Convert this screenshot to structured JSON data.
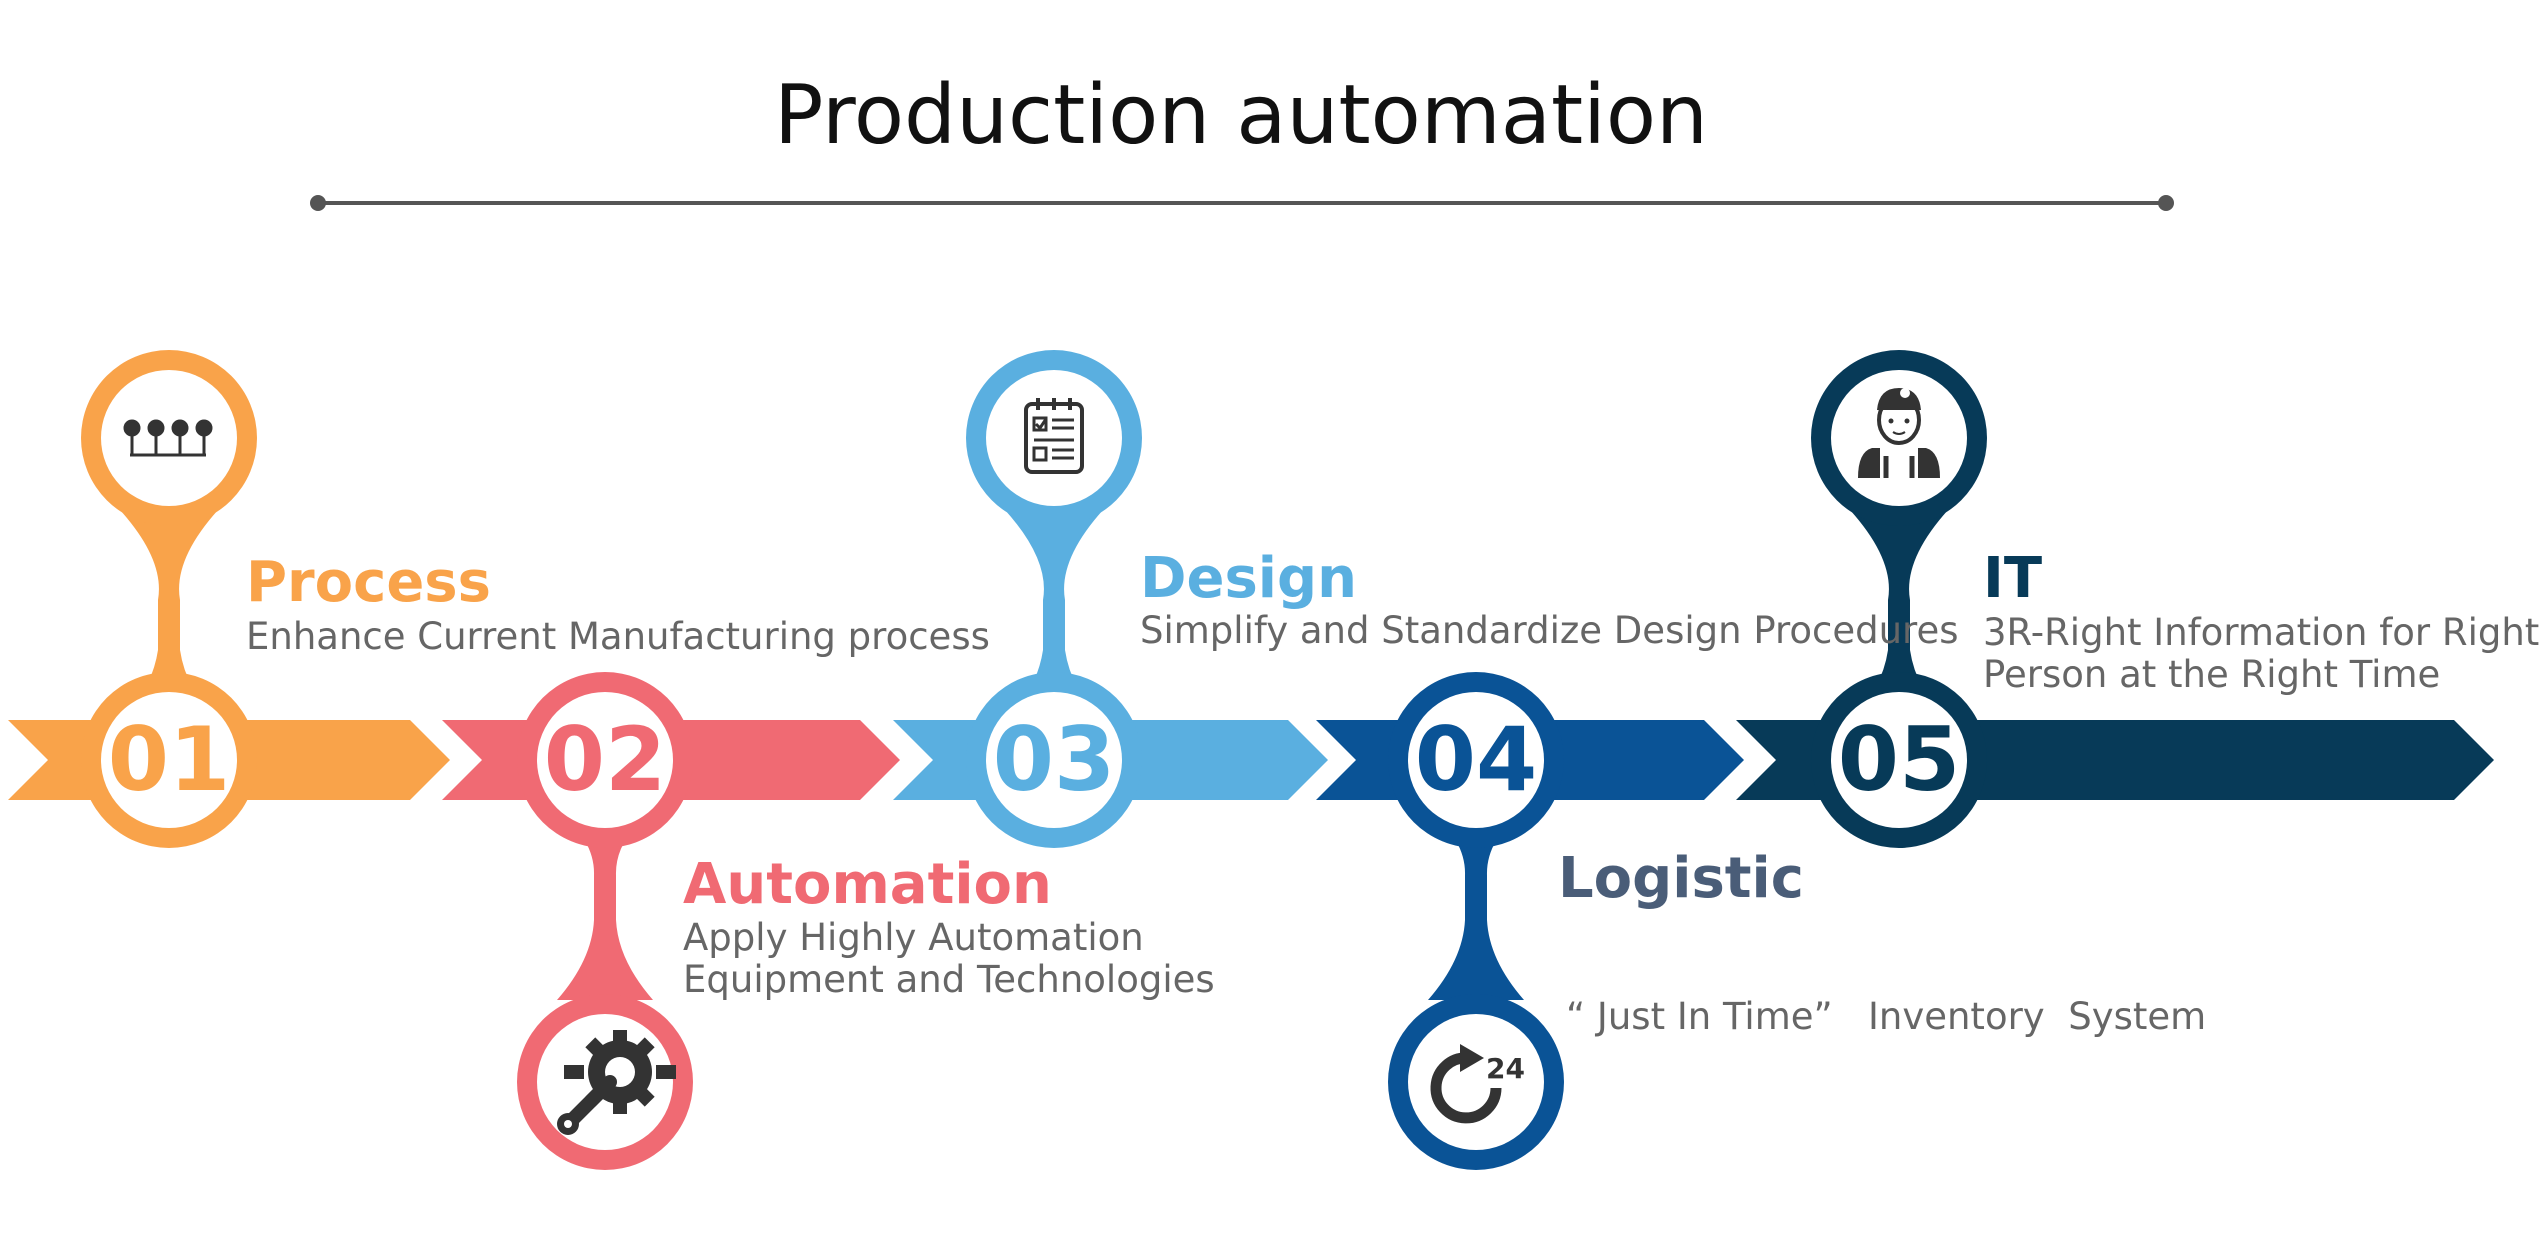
{
  "title": "Production automation",
  "colors": {
    "orange": "#F9A34A",
    "red": "#F06A73",
    "lightblue": "#5AAFE0",
    "blue": "#0A5396",
    "navy": "#073A58",
    "icon": "#333333",
    "desc_text": "#666666",
    "logistic_heading": "#4A5D78"
  },
  "steps": [
    {
      "number": "01",
      "color": "orange",
      "heading": "Process",
      "description": [
        "Enhance Current Manufacturing process"
      ],
      "icon": "process-flow-icon"
    },
    {
      "number": "02",
      "color": "red",
      "heading": "Automation",
      "description": [
        "Apply Highly Automation",
        "Equipment and Technologies"
      ],
      "icon": "gear-wrench-icon"
    },
    {
      "number": "03",
      "color": "lightblue",
      "heading": "Design",
      "description": [
        "Simplify and Standardize Design Procedures"
      ],
      "icon": "checklist-clipboard-icon"
    },
    {
      "number": "04",
      "color": "blue",
      "heading": "Logistic",
      "description": [
        "“ Just In Time”   Inventory  System"
      ],
      "icon": "24-hour-cycle-icon"
    },
    {
      "number": "05",
      "color": "navy",
      "heading": "IT",
      "description": [
        "3R-Right Information for Right",
        "Person at the Right Time"
      ],
      "icon": "worker-icon"
    }
  ]
}
